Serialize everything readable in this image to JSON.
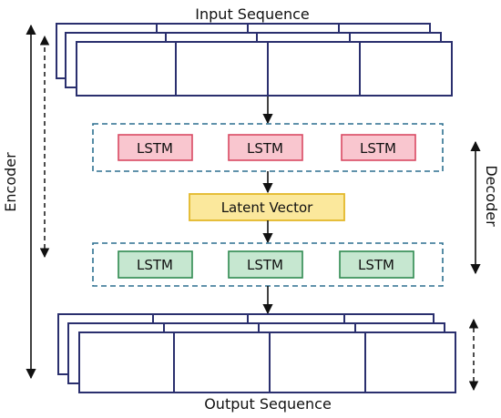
{
  "title_top": "Input Sequence",
  "title_bottom": "Output Sequence",
  "side_labels": {
    "left": "Encoder",
    "right": "Decoder"
  },
  "latent_label": "Latent Vector",
  "encoder_cells": [
    "LSTM",
    "LSTM",
    "LSTM"
  ],
  "decoder_cells": [
    "LSTM",
    "LSTM",
    "LSTM"
  ],
  "colors": {
    "stack_stroke": "#2a2f6e",
    "encoder_fill": "#f9c6cf",
    "encoder_stroke": "#d94a63",
    "decoder_fill": "#c6e7d0",
    "decoder_stroke": "#2f8a50",
    "latent_fill": "#fbe89c",
    "latent_stroke": "#e3b82a",
    "dashed_group": "#2c6f8f",
    "arrow": "#111111"
  }
}
